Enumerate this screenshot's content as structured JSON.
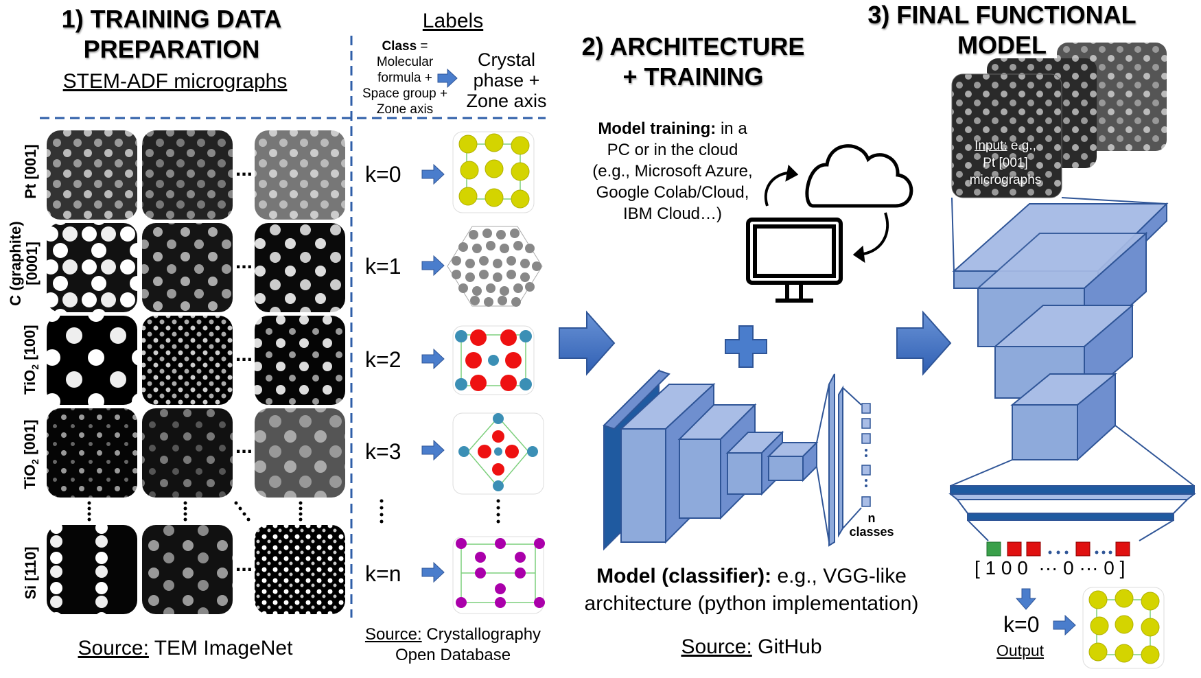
{
  "section1": {
    "title_line1": "1) TRAINING DATA",
    "title_line2": "PREPARATION",
    "subtitle": "STEM-ADF micrographs",
    "rows": [
      {
        "label": "Pt [001]"
      },
      {
        "label_line1": "C (graphite)",
        "label_line2": "[0001]"
      },
      {
        "label": "TiO",
        "sub": "2",
        "suffix": " [100]"
      },
      {
        "label": "TiO",
        "sub": "2",
        "suffix": " [001]"
      },
      {
        "label": "Si [110]"
      }
    ],
    "ellipsis": "...",
    "source_prefix": "Source:",
    "source_text": " TEM ImageNet"
  },
  "labels": {
    "header": "Labels",
    "class_bold": "Class",
    "class_rest": " =",
    "class_l2": "Molecular",
    "class_l3": "formula +",
    "class_l4": "Space group +",
    "class_l5": "Zone axis",
    "target_l1": "Crystal",
    "target_l2": "phase +",
    "target_l3": "Zone axis",
    "k_items": [
      "k=0",
      "k=1",
      "k=2",
      "k=3",
      "k=n"
    ],
    "source_prefix": "Source:",
    "source_l1": " Crystallography",
    "source_l2": "Open Database"
  },
  "section2": {
    "title_line1": "2) ARCHITECTURE",
    "title_line2": "+ TRAINING",
    "training_bold": "Model training:",
    "training_rest": " in a",
    "training_l2": "PC or in the cloud",
    "training_l3": "(e.g., Microsoft Azure,",
    "training_l4": "Google Colab/Cloud,",
    "training_l5": "IBM Cloud…)",
    "n_label": "n",
    "classes_label": "classes",
    "model_bold": "Model (classifier):",
    "model_rest": " e.g., VGG-like",
    "model_l2": "architecture (python implementation)",
    "source_prefix": "Source:",
    "source_text": " GitHub"
  },
  "section3": {
    "title_line1": "3) FINAL FUNCTIONAL",
    "title_line2": "MODEL",
    "input_prefix": "Input:",
    "input_rest": " e.g.,",
    "input_l2": "Pt [001]",
    "input_l3": "micrographs",
    "vector": "[ 1 0 0  ··· 0 ··· 0 ]",
    "k_result": "k=0",
    "output_label": "Output"
  },
  "colors": {
    "divider": "#2e5ea8",
    "arrow": "#4472c4",
    "cnn_fill": "#8eaadb",
    "cnn_stroke": "#2f5597",
    "pt_atom": "#d4d400",
    "red_atom": "#ee1111",
    "teal_atom": "#3b8fb5",
    "purple_atom": "#aa00aa",
    "gray_atom": "#888888"
  }
}
